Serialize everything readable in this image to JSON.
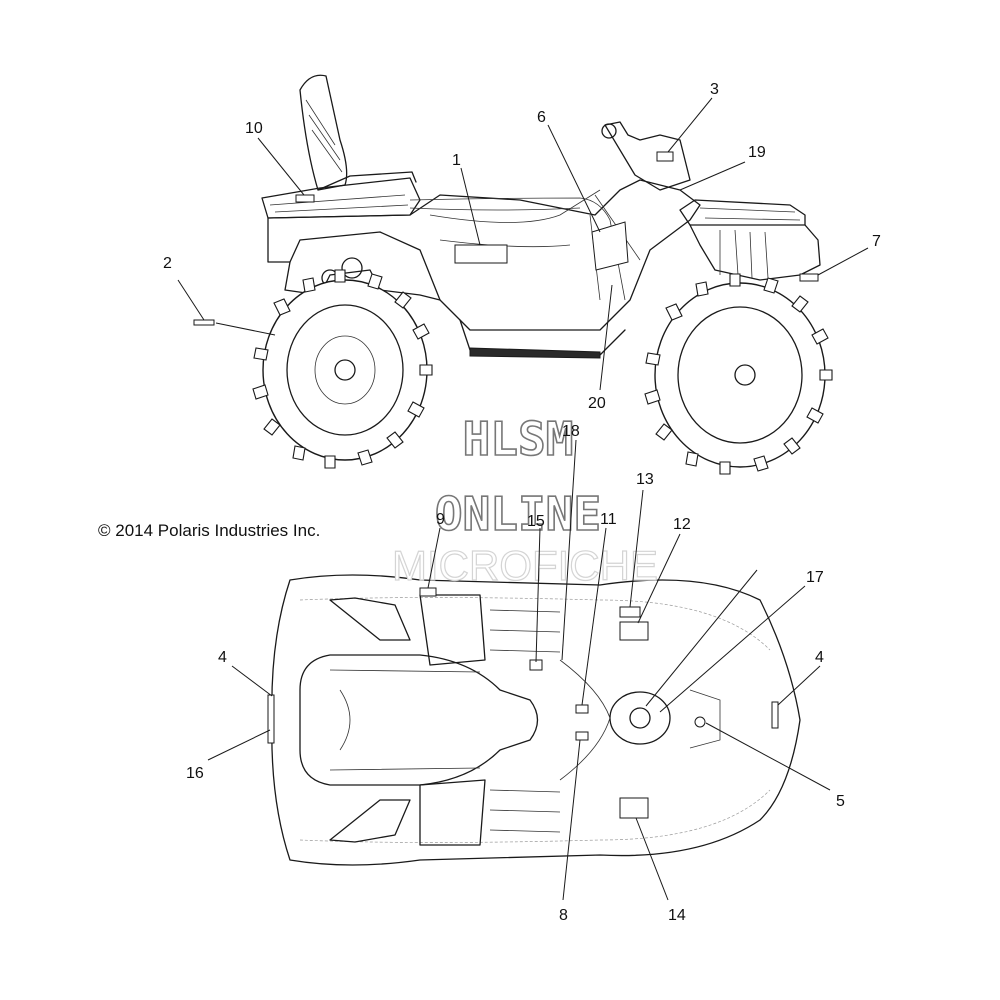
{
  "copyright": "© 2014 Polaris Industries Inc.",
  "watermark": {
    "line1": "HLSM",
    "line2": "ONLINE",
    "line3": "MICROFICHE"
  },
  "callouts": {
    "n1": "1",
    "n2": "2",
    "n3": "3",
    "n4_left": "4",
    "n4_right": "4",
    "n5": "5",
    "n6": "6",
    "n7": "7",
    "n8": "8",
    "n9": "9",
    "n10": "10",
    "n11": "11",
    "n12": "12",
    "n13": "13",
    "n14": "14",
    "n15": "15",
    "n16": "16",
    "n17": "17",
    "n18": "18",
    "n19": "19",
    "n20": "20"
  }
}
